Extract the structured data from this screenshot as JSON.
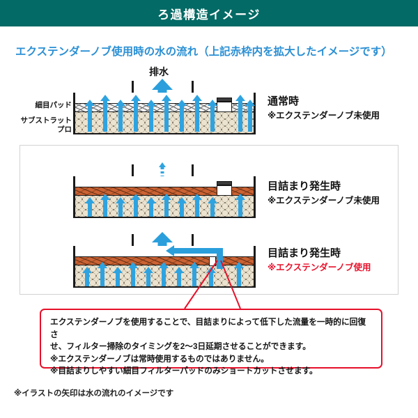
{
  "header": {
    "title": "ろ過構造イメージ"
  },
  "subtitle": "エクステンダーノブ使用時の水の流れ（上記赤枠内を拡大したイメージです）",
  "layer_labels": {
    "fine_pad": "細目パッド",
    "substrate_line1": "サブストラット",
    "substrate_line2": "プロ"
  },
  "drain_label": "排水",
  "diagrams": [
    {
      "id": "normal",
      "state_title": "通常時",
      "state_sub": "※エクステンダーノブ未使用",
      "state_sub_color": "#111111",
      "pad_state": "clean",
      "knob_state": "closed",
      "flow": "strong"
    },
    {
      "id": "clogged-no-knob",
      "state_title": "目詰まり発生時",
      "state_sub": "※エクステンダーノブ未使用",
      "state_sub_color": "#111111",
      "pad_state": "clogged",
      "knob_state": "closed",
      "flow": "weak"
    },
    {
      "id": "clogged-with-knob",
      "state_title": "目詰まり発生時",
      "state_sub": "※エクステンダーノブ使用",
      "state_sub_color": "#e6102a",
      "pad_state": "clogged",
      "knob_state": "open",
      "flow": "bypass"
    }
  ],
  "callout": {
    "line1": "エクステンダーノブを使用することで、目詰まりによって低下した流量を一時的に回復さ",
    "line2": "せ、フィルター掃除のタイミングを2～3日延期させることができます。",
    "line3": "※エクステンダーノブは常時使用するものではありません。",
    "line4": "※目詰まりしやすい細目フィルターパッドのみショートカットさせます。"
  },
  "footnote": "※イラストの矢印は水の流れのイメージです",
  "colors": {
    "header_bg": "#046a65",
    "subtitle": "#2a8fd4",
    "water_blue": "#2fa3e0",
    "clog_orange": "#cc6233",
    "alert_red": "#e6102a",
    "substrate_dark": "#2e2219",
    "substrate_ball": "#ebe3d0"
  }
}
